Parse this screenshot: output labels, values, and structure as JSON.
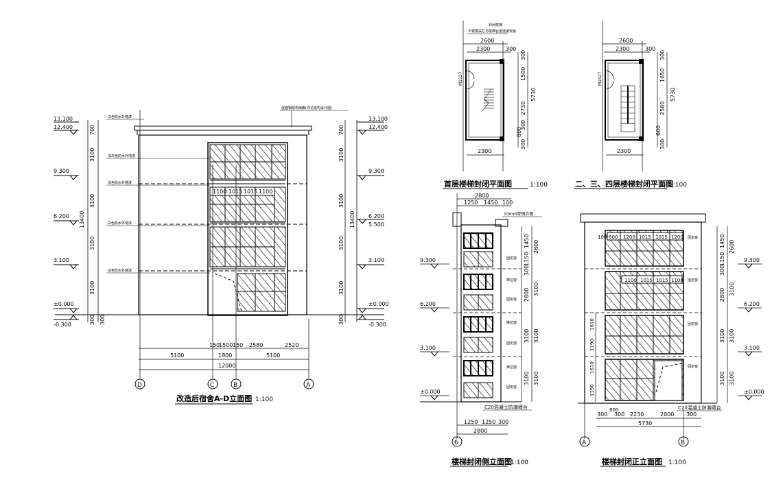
{
  "left_elevation": {
    "title": "改造后宿舍A-D立面图",
    "scale": "1:100",
    "level_marks": [
      "13.100",
      "12.400",
      "9.300",
      "6.200",
      "3.100",
      "±0.000",
      "-0.300"
    ],
    "level_marks_right": [
      "13.100",
      "12.400",
      "9.300",
      "6.200",
      "5.500",
      "3.100",
      "±0.000",
      "-0.300"
    ],
    "dims_left": [
      "700",
      "3100",
      "3100",
      "3100",
      "3100",
      "300"
    ],
    "dims_right": [
      "700",
      "3100",
      "3100",
      "3100",
      "3100",
      "300"
    ],
    "total_height": "13400",
    "notes": [
      "白色防水外墙漆",
      "屋面钢结构雨棚(详见结构设计图)",
      "浅灰色防水外墙漆",
      "白色防水外墙漆",
      "白色防水外墙漆",
      "白色防水外墙漆"
    ],
    "window_dims": [
      "1100",
      "1015",
      "1015",
      "1100"
    ],
    "bottom_dims_row1": [
      "150",
      "1500",
      "150",
      "2580",
      "2520"
    ],
    "bottom_dims_row2": [
      "5100",
      "1800",
      "5100"
    ],
    "bottom_total": "12000",
    "axes": [
      "D",
      "C",
      "B",
      "A"
    ]
  },
  "plan_ground": {
    "title": "首层楼梯封闭平面图",
    "scale": "1:100",
    "top_note1": "封闭楼梯",
    "top_note2": "不锈钢扶栏与楼梯合金连接安装",
    "dims_top": [
      "2600",
      "2300",
      "300"
    ],
    "dims_right1": [
      "300",
      "1500",
      "2730",
      "300",
      "600",
      "300"
    ],
    "dims_right_total": "5730",
    "door": "M1527",
    "bottom_dim": "2300"
  },
  "plan_upper": {
    "title": "二、三、四层楼梯封闭平面图",
    "scale": "1:100",
    "dims_top": [
      "2600",
      "2300",
      "300"
    ],
    "dims_right1": [
      "300",
      "1650",
      "2580",
      "600",
      "300"
    ],
    "dims_right_total": "5730",
    "door": "M1527",
    "bottom_dim": "2300"
  },
  "side_elevation": {
    "title": "楼梯封闭侧立面图",
    "scale": "1:100",
    "dims_top": [
      "2800",
      "1250",
      "1450",
      "100"
    ],
    "note_top": "10mm厚钢立板",
    "levels": [
      "9.300",
      "6.200",
      "3.100",
      "±0.000"
    ],
    "dims_right1": [
      "1450",
      "1150",
      "300",
      "2800",
      "3100",
      "3100"
    ],
    "dims_right2": [
      "2600",
      "3100",
      "3100",
      "3100"
    ],
    "window_notes": [
      "固定窗",
      "推拉窗",
      "固定窗",
      "推拉窗",
      "固定窗",
      "推拉窗",
      "固定窗"
    ],
    "base_note": "C20混凝土防潮墙台",
    "dims_bottom": [
      "1250",
      "1250",
      "300"
    ],
    "bottom_total": "2800",
    "axis": "6"
  },
  "front_elevation": {
    "title": "楼梯封闭正立面图",
    "scale": "1:100",
    "top_dims": [
      "100",
      "600",
      "1200",
      "1015",
      "1015",
      "1200"
    ],
    "mid_dims": [
      "1100",
      "1015",
      "1015",
      "1100"
    ],
    "left_dims": [
      "1610",
      "1190",
      "1610",
      "1190"
    ],
    "dims_right1": [
      "1450",
      "1150",
      "300",
      "2800",
      "3100",
      "3100"
    ],
    "dims_right2": [
      "2600",
      "3100",
      "3100",
      "3100"
    ],
    "levels": [
      "9.300",
      "6.200",
      "3.100",
      "±0.000"
    ],
    "window_notes": [
      "固定窗",
      "固定窗",
      "固定窗",
      "固定窗"
    ],
    "base_note": "C20混凝土防潮墙台",
    "dims_bottom": [
      "300",
      "600",
      "300",
      "2230",
      "2000",
      "300"
    ],
    "bottom_total": "5730",
    "axes": [
      "A",
      "B"
    ]
  }
}
